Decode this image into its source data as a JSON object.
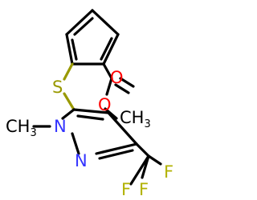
{
  "colors": {
    "bond": "#000000",
    "carbon": "#000000",
    "sulfur": "#999900",
    "oxygen": "#ff0000",
    "nitrogen": "#3333ff",
    "fluorine": "#b2b200"
  },
  "atoms": {
    "S": "S",
    "O_ketone": "O",
    "O_ester": "O",
    "N1": "N",
    "N2": "N",
    "F1": "F",
    "F2": "F",
    "F3": "F",
    "CH3_N": "CH",
    "CH3_N_sub": "3",
    "CH3_ester": "CH",
    "CH3_ester_sub": "3"
  }
}
